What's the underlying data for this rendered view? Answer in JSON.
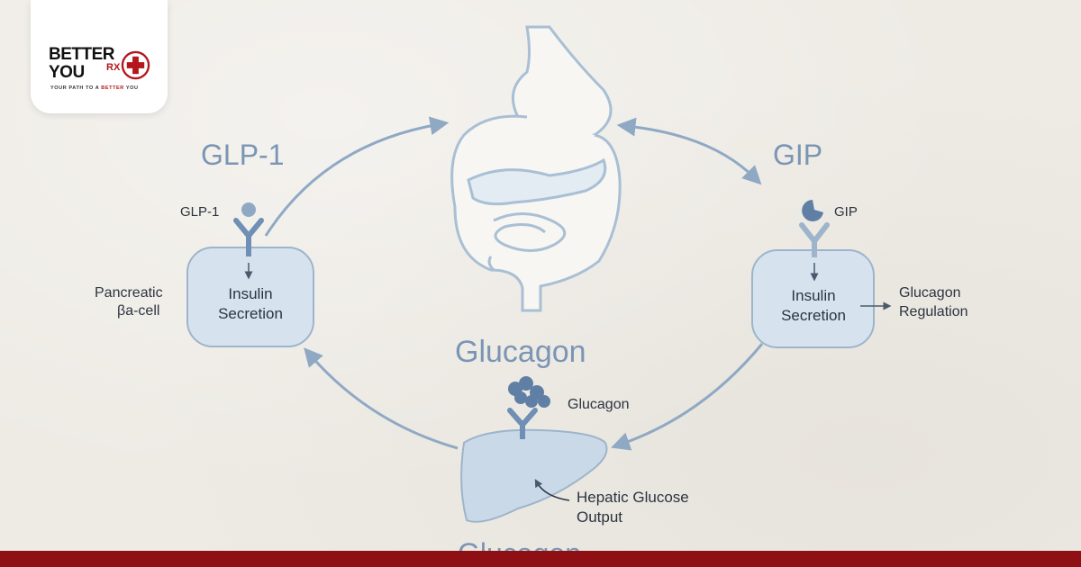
{
  "brand": {
    "line1": "BETTER",
    "line2": "YOU",
    "rx": "RX",
    "tagline_pre": "YOUR PATH TO A ",
    "tagline_hl": "BETTER",
    "tagline_post": " YOU",
    "accent_color": "#b3161c"
  },
  "diagram": {
    "glp1_title": "GLP-1",
    "gip_title": "GIP",
    "glucagon_title": "Glucagon",
    "glucagon_bottom_title": "Glucagon",
    "left_cell": {
      "receptor_label": "GLP-1",
      "side_label_line1": "Pancreatic",
      "side_label_line2": "βa-cell",
      "box_line1": "Insulin",
      "box_line2": "Secretion"
    },
    "right_cell": {
      "receptor_label": "GIP",
      "box_line1": "Insulin",
      "box_line2": "Secretion",
      "out_line1": "Glucagon",
      "out_line2": "Regulation"
    },
    "liver": {
      "receptor_label": "Glucagon",
      "out_line1": "Hepatic Glucose",
      "out_line2": "Output"
    },
    "colors": {
      "arrow": "#8fa9c4",
      "box_fill": "#d6e3ef",
      "box_stroke": "#9db4cb",
      "receptor": "#6f8fb5",
      "footer_bar": "#8f1014"
    }
  }
}
